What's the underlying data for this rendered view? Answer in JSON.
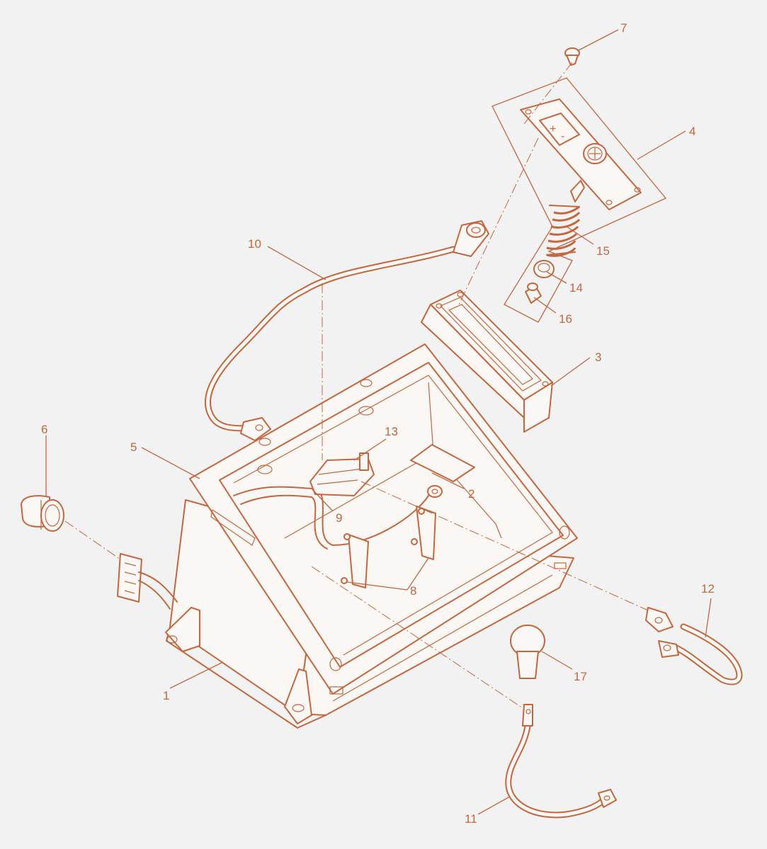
{
  "diagram": {
    "colors": {
      "ink": "#c4673f",
      "paper": "#f2f2f2",
      "fill": "#fbf7f4"
    },
    "callouts": [
      "1",
      "2",
      "3",
      "4",
      "5",
      "6",
      "7",
      "8",
      "9",
      "10",
      "11",
      "12",
      "13",
      "14",
      "15",
      "16",
      "17"
    ],
    "plate_symbols": {
      "plus": "+",
      "minus": "-"
    }
  }
}
